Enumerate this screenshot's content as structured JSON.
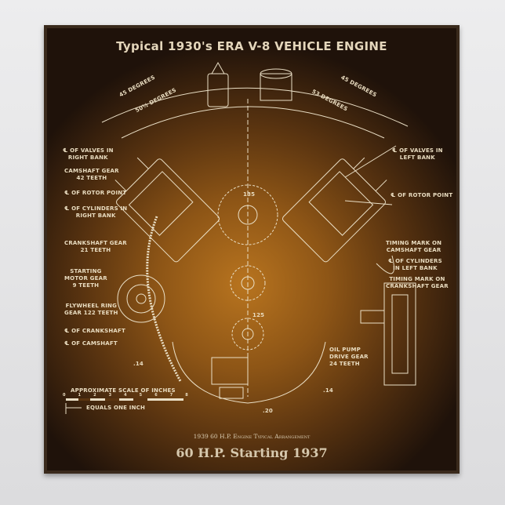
{
  "poster": {
    "title": "Typical 1930's ERA V-8 VEHICLE ENGINE",
    "subtitle": "1939 60 H.P. Engine Typical Arrangement",
    "footer": "60 H.P. Starting 1937",
    "colors": {
      "background": "#5a3410",
      "accent": "#b8741f",
      "ink": "#eadfc6"
    }
  },
  "angles": {
    "left_outer": "45 DEGREES",
    "left_inner": "50½ DEGREES",
    "right_outer": "45 DEGREES",
    "right_inner": "53 DEGREES"
  },
  "labels_left": [
    "℄ OF VALVES IN\nRIGHT BANK",
    "CAMSHAFT GEAR\n42 TEETH",
    "℄ OF ROTOR POINT",
    "℄ OF CYLINDERS IN\nRIGHT BANK",
    "CRANKSHAFT GEAR\n21 TEETH",
    "STARTING\nMOTOR GEAR\n9 TEETH",
    "FLYWHEEL RING\nGEAR 122 TEETH",
    "℄ OF CRANKSHAFT",
    "℄ OF CAMSHAFT"
  ],
  "labels_right": [
    "℄ OF VALVES IN\nLEFT BANK",
    "℄ OF ROTOR POINT",
    "TIMING MARK ON\nCAMSHAFT GEAR",
    "℄ OF CYLINDERS\nIN LEFT BANK",
    "TIMING MARK ON\nCRANKSHAFT GEAR"
  ],
  "labels_center": {
    "oil_pump": "OIL PUMP\nDRIVE GEAR\n24 TEETH",
    "dim_14_left": ".14",
    "dim_14_right": ".14",
    "dim_20": ".20",
    "dim_135": "135",
    "dim_125": "125"
  },
  "scale": {
    "title": "APPROXIMATE SCALE OF INCHES",
    "ticks": [
      "0",
      "1",
      "2",
      "3",
      "4",
      "5",
      "6",
      "7",
      "8"
    ],
    "note": "EQUALS ONE INCH"
  }
}
